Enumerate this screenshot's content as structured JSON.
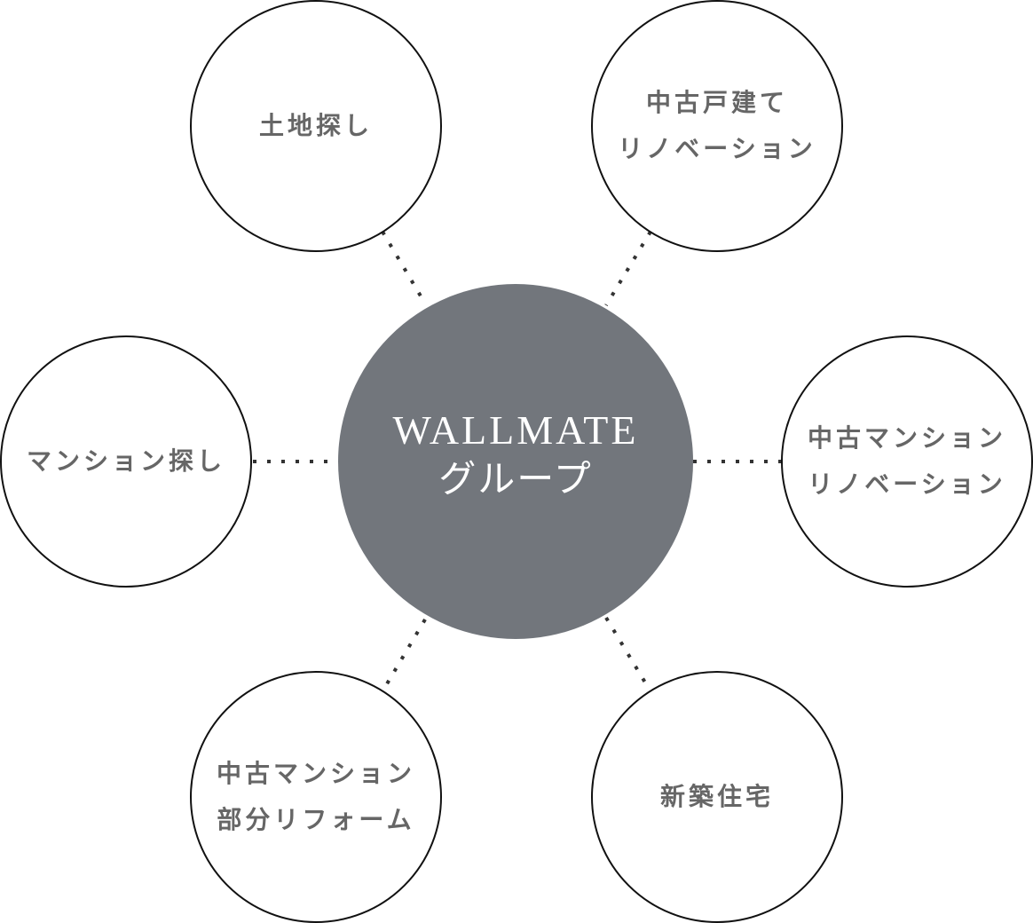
{
  "diagram": {
    "center": {
      "title": "WALLMATE",
      "subtitle": "グループ",
      "fill": "#72767c",
      "text_color": "#ffffff"
    },
    "nodes": [
      {
        "id": "land-search",
        "lines": [
          "土地探し"
        ]
      },
      {
        "id": "used-house-renovation",
        "lines": [
          "中古戸建て",
          "リノベーション"
        ]
      },
      {
        "id": "condo-search",
        "lines": [
          "マンション探し"
        ]
      },
      {
        "id": "used-condo-renovation",
        "lines": [
          "中古マンション",
          "リノベーション"
        ]
      },
      {
        "id": "used-condo-partial-reform",
        "lines": [
          "中古マンション",
          "部分リフォーム"
        ]
      },
      {
        "id": "new-house",
        "lines": [
          "新築住宅"
        ]
      }
    ],
    "connector_style": "dotted",
    "connector_color": "#333333",
    "node_border_color": "#111111",
    "node_text_color": "#666666"
  }
}
